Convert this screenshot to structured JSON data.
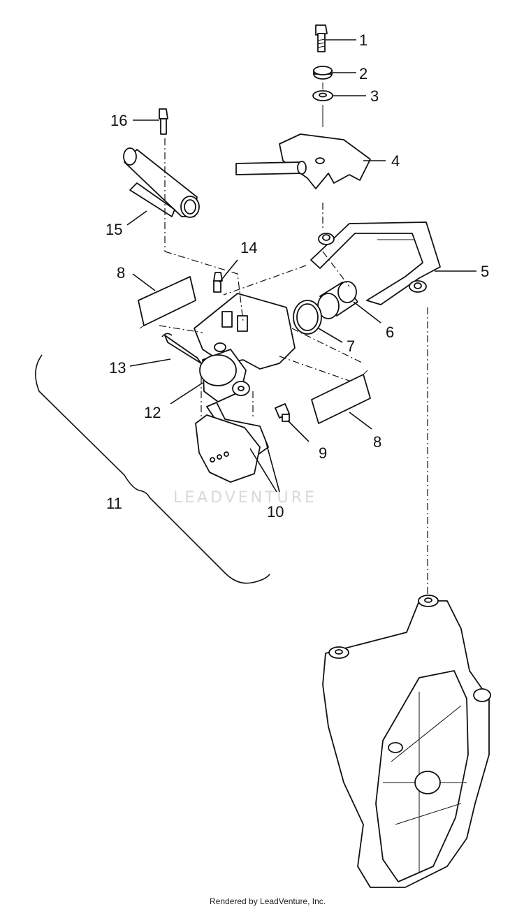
{
  "callouts": {
    "c1": "1",
    "c2": "2",
    "c3": "3",
    "c4": "4",
    "c5": "5",
    "c6": "6",
    "c7": "7",
    "c8a": "8",
    "c8b": "8",
    "c9": "9",
    "c10": "10",
    "c11": "11",
    "c12": "12",
    "c13": "13",
    "c14": "14",
    "c15": "15",
    "c16": "16"
  },
  "watermark": "LEADVENTURE",
  "footer": "Rendered by LeadVenture, Inc."
}
